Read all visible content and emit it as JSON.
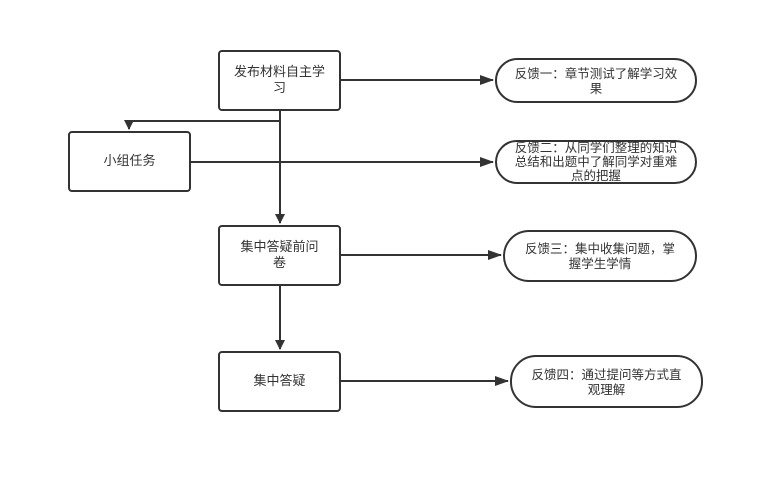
{
  "diagram": {
    "type": "flowchart",
    "stroke_color": "#333333",
    "background": "#ffffff",
    "nodes": {
      "step1": {
        "label": "发布材料自主学习",
        "shape": "rectangle"
      },
      "group_task": {
        "label": "小组任务",
        "shape": "rectangle"
      },
      "step2": {
        "label": "集中答疑前问卷",
        "shape": "rectangle"
      },
      "step3": {
        "label": "集中答疑",
        "shape": "rectangle"
      },
      "feedback1": {
        "label": "反馈一：章节测试了解学习效果",
        "shape": "rounded"
      },
      "feedback2": {
        "label": "反馈二：从同学们整理的知识总结和出题中了解同学对重难点的把握",
        "shape": "rounded"
      },
      "feedback3": {
        "label": "反馈三：集中收集问题，掌握学生学情",
        "shape": "rounded"
      },
      "feedback4": {
        "label": "反馈四：通过提问等方式直观理解",
        "shape": "rounded"
      }
    },
    "edges": [
      {
        "from": "step1",
        "to": "feedback1"
      },
      {
        "from": "step1",
        "to": "group_task"
      },
      {
        "from": "group_task",
        "to": "feedback2"
      },
      {
        "from": "step1",
        "to": "step2"
      },
      {
        "from": "step2",
        "to": "feedback3"
      },
      {
        "from": "step2",
        "to": "step3"
      },
      {
        "from": "step3",
        "to": "feedback4"
      }
    ]
  }
}
